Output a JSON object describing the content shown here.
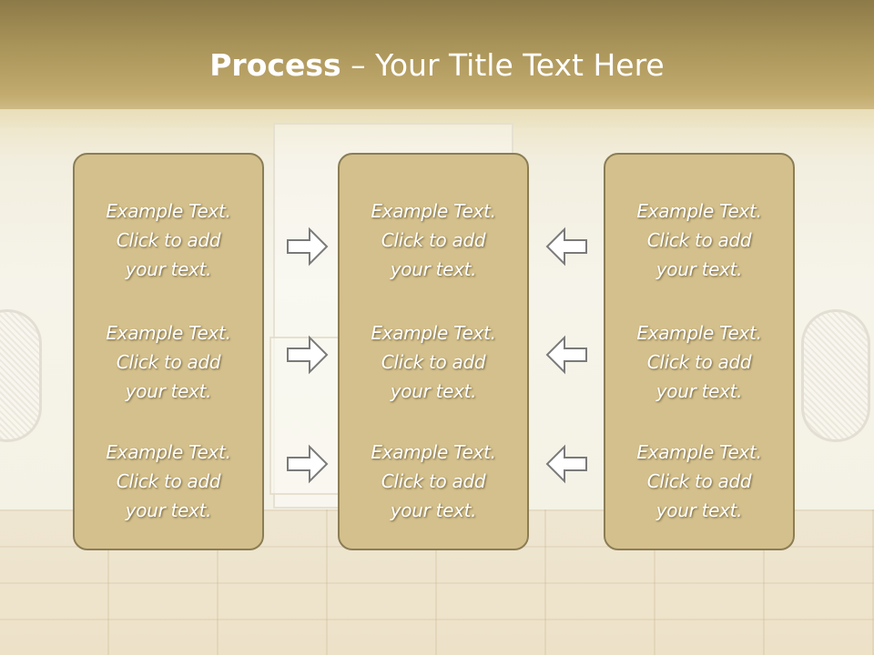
{
  "slide": {
    "title_bold": "Process",
    "title_rest": " – Your Title Text Here",
    "columns": [
      {
        "items": [
          "Example Text.\nClick  to add\nyour text.",
          "Example Text.\nClick  to add\nyour text.",
          "Example Text.\nClick  to add\nyour text."
        ]
      },
      {
        "items": [
          "Example Text.\nClick  to add\nyour text.",
          "Example Text.\nClick  to add\nyour text.",
          "Example Text.\nClick  to add\nyour text."
        ]
      },
      {
        "items": [
          "Example Text.\nClick  to add\nyour text.",
          "Example Text.\nClick  to add\nyour text.",
          "Example Text.\nClick  to add\nyour text."
        ]
      }
    ],
    "arrows": [
      {
        "direction": "right",
        "icon": "arrow-right-icon"
      },
      {
        "direction": "right",
        "icon": "arrow-right-icon"
      },
      {
        "direction": "right",
        "icon": "arrow-right-icon"
      },
      {
        "direction": "left",
        "icon": "arrow-left-icon"
      },
      {
        "direction": "left",
        "icon": "arrow-left-icon"
      },
      {
        "direction": "left",
        "icon": "arrow-left-icon"
      }
    ]
  },
  "colors": {
    "box_fill": "#d4c08c",
    "box_border": "#8b7d55",
    "header_band": "#a89358",
    "arrow_stroke": "#7a7a7a"
  }
}
